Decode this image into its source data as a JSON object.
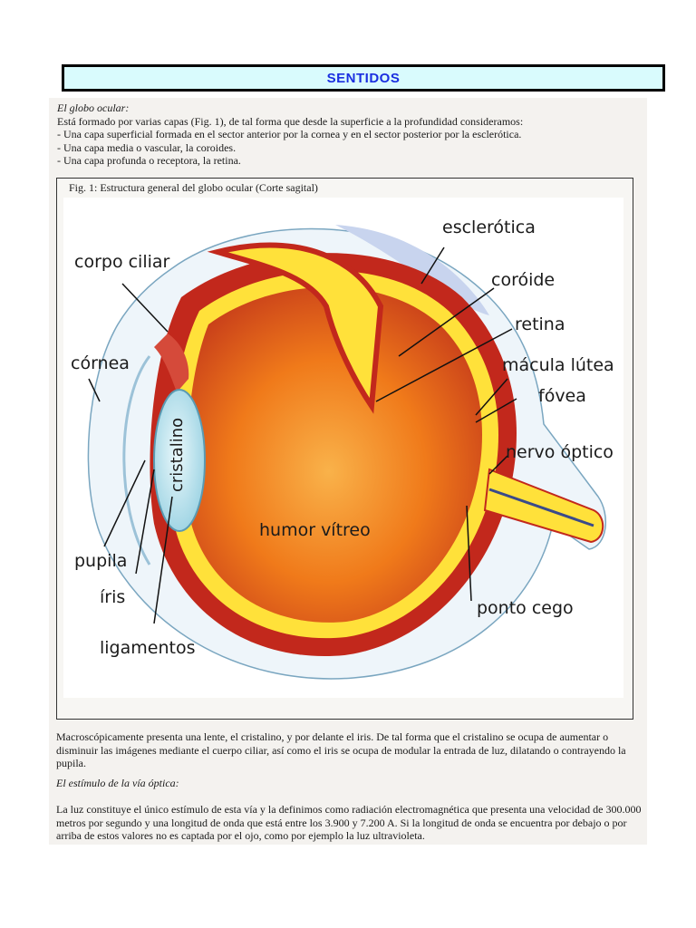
{
  "banner": {
    "title": "SENTIDOS"
  },
  "intro": {
    "heading": "El globo ocular:",
    "text": "Está formado por varias capas (Fig. 1), de tal forma que desde la superficie a la profundidad consideramos:",
    "items": [
      "- Una capa superficial formada en el sector anterior por la cornea y en el sector posterior por la esclerótica.",
      "- Una capa media o vascular, la coroides.",
      "- Una capa profunda o receptora, la retina."
    ]
  },
  "figure": {
    "caption": "Fig. 1: Estructura general del globo ocular (Corte sagital)",
    "labels": {
      "esclerotica": "esclerótica",
      "corpo_ciliar": "corpo ciliar",
      "coroide": "coróide",
      "retina": "retina",
      "cornea": "córnea",
      "macula": "mácula lútea",
      "fovea": "fóvea",
      "cristalino": "cristalino",
      "nervo": "nervo óptico",
      "humor": "humor vítreo",
      "pupila": "pupila",
      "iris": "íris",
      "ponto": "ponto cego",
      "ligamentos": "ligamentos"
    }
  },
  "body": {
    "para1": "Macroscópicamente presenta una lente, el cristalino, y por delante el iris. De tal forma que el cristalino se ocupa de aumentar o disminuir las imágenes mediante el cuerpo ciliar, así como el iris se ocupa de modular la entrada de luz, dilatando o contrayendo la pupila.",
    "heading2": "El estímulo de la vía óptica:",
    "para2": "La luz constituye el único estímulo de esta vía y la definimos como radiación electromagnética que presenta una velocidad de 300.000 metros por segundo y una longitud de onda que está entre los 3.900 y 7.200 A. Si la longitud de onda se encuentra por debajo o por arriba de estos valores no es captada por el ojo, como por ejemplo la luz ultravioleta."
  },
  "colors": {
    "banner_bg": "#d9fbfd",
    "banner_text": "#1a2ee0",
    "eye_orange": "#f07a1a",
    "eye_red": "#c2281c",
    "eye_yellow": "#ffe13a",
    "lens_blue": "#bfe7f0"
  }
}
